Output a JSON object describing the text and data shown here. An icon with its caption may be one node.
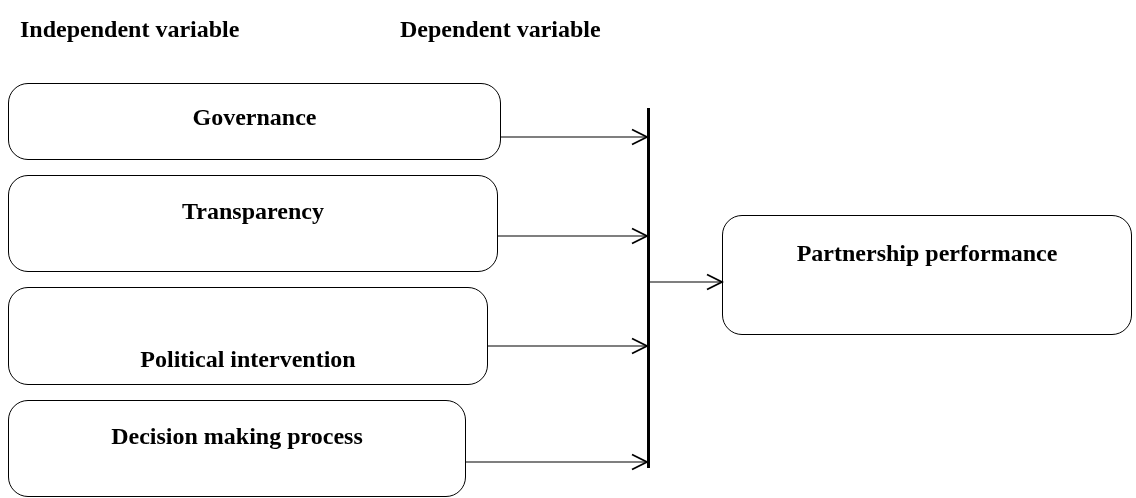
{
  "diagram": {
    "nodes": [
      {
        "text": [
          "Governance"
        ]
      },
      {
        "text": [
          "Transparency"
        ]
      },
      {
        "text": [
          "Political intervention"
        ]
      },
      {
        "text": [
          "Decision making process"
        ]
      },
      {
        "text": [],
        "shape": "bar"
      },
      {
        "text": [
          "Partnership performance"
        ]
      }
    ],
    "edges": [
      {
        "from": 0,
        "to": 4,
        "arrow": "to"
      },
      {
        "from": 1,
        "to": 4,
        "arrow": "to"
      },
      {
        "from": 2,
        "to": 4,
        "arrow": "to"
      },
      {
        "from": 3,
        "to": 4,
        "arrow": "to"
      },
      {
        "from": 4,
        "to": 5,
        "arrow": "to"
      }
    ],
    "labels": [
      "Independent variable",
      "Dependent variable"
    ]
  }
}
